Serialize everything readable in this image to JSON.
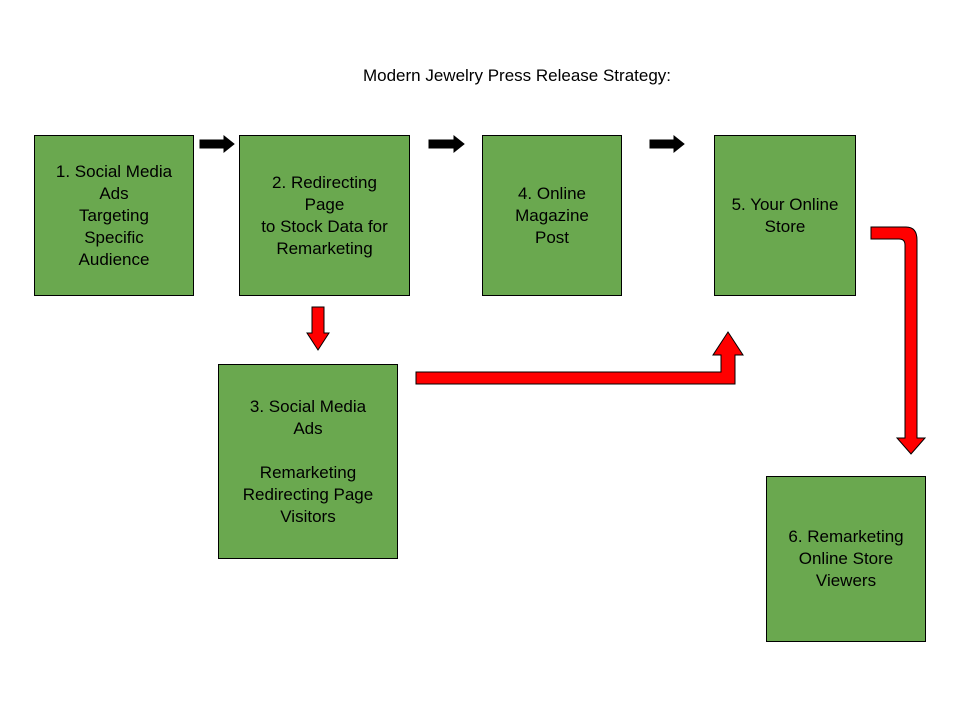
{
  "title": "Modern Jewelry Press Release Strategy:",
  "colors": {
    "box_fill": "#6aa84f",
    "flow_arrow": "#000000",
    "remarketing_arrow": "#ff0000"
  },
  "steps": {
    "step1": "1. Social Media\nAds\nTargeting\nSpecific\nAudience",
    "step2": "2. Redirecting\nPage\nto Stock Data for\nRemarketing",
    "step3": "3. Social Media\nAds\n\nRemarketing\nRedirecting Page\nVisitors",
    "step4": "4. Online\nMagazine\nPost",
    "step5": "5. Your Online\nStore",
    "step6": "6. Remarketing\nOnline Store\nViewers"
  }
}
